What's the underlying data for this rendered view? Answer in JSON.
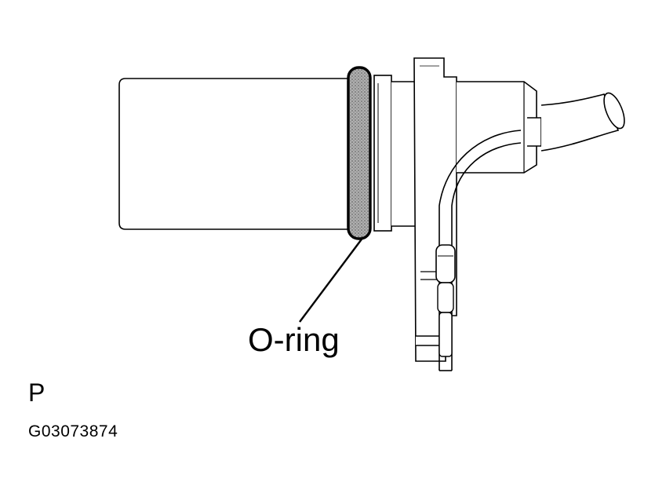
{
  "diagram": {
    "callout_label": "O-ring",
    "view_letter": "P",
    "figure_id": "G03073874"
  },
  "colors": {
    "line": "#000000",
    "background": "#ffffff",
    "oring_fill": "#8a8a8a"
  },
  "parts": [
    {
      "name": "sensor-body",
      "icon": "cylinder"
    },
    {
      "name": "o-ring",
      "icon": "seal-ring"
    },
    {
      "name": "mounting-bracket",
      "icon": "flange"
    },
    {
      "name": "wire-harness",
      "icon": "cable"
    }
  ]
}
